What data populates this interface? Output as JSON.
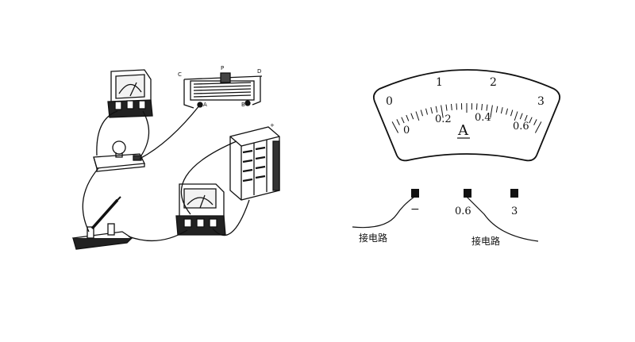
{
  "circuit": {
    "rheostat_labels": {
      "c": "C",
      "p": "P",
      "d": "D",
      "a": "A",
      "b": "B"
    },
    "battery_plus": "+"
  },
  "ammeter": {
    "unit": "A",
    "upper_scale": [
      "0",
      "1",
      "2",
      "3"
    ],
    "lower_scale": [
      "0",
      "0.2",
      "0.4",
      "0.6"
    ],
    "terminals": [
      "−",
      "0.6",
      "3"
    ],
    "wire_labels": {
      "left": "接电路",
      "right": "接电路"
    }
  }
}
